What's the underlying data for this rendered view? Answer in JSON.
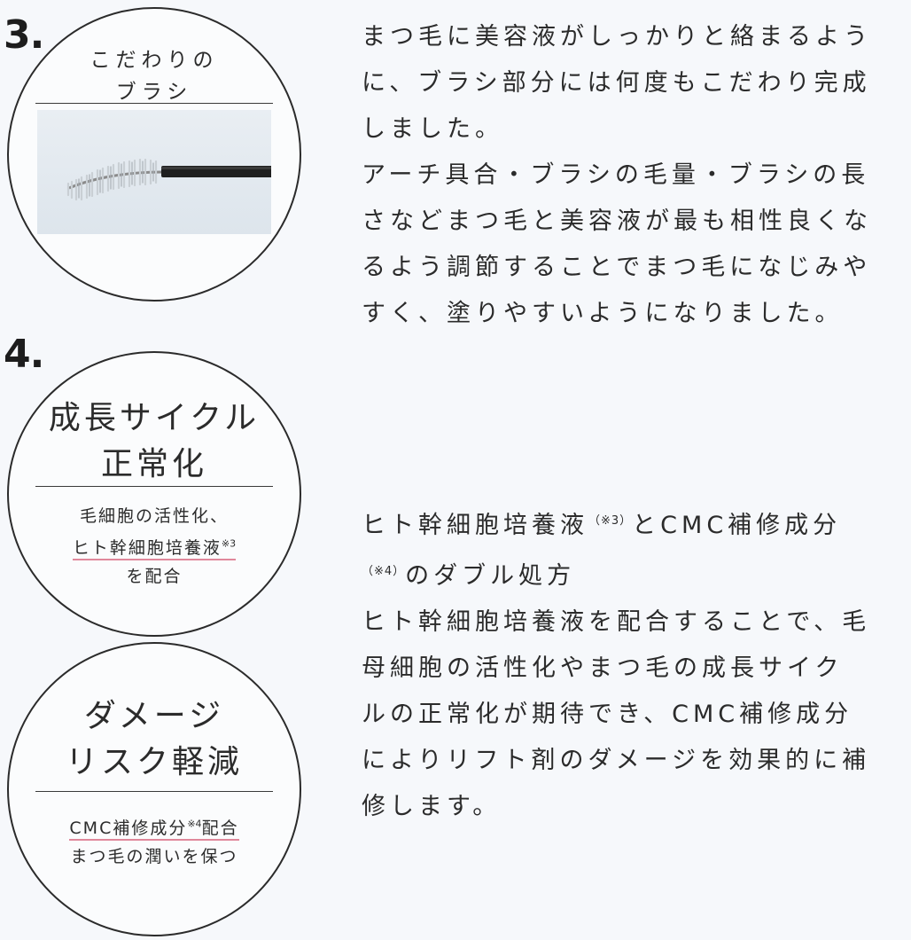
{
  "section3": {
    "number": "3.",
    "circle_title_line1": "こだわりの",
    "circle_title_line2": "ブラシ",
    "photo_icon": "mascara-brush-icon",
    "paragraph1_line1": "まつ毛に美容液がしっかりと絡まるよう",
    "paragraph1_line2": "に、ブラシ部分には何度もこだわり完成",
    "paragraph1_line3": "しました。",
    "paragraph2_line1": "アーチ具合・ブラシの毛量・ブラシの長",
    "paragraph2_line2": "さなどまつ毛と美容液が最も相性良くな",
    "paragraph2_line3": "るよう調節することでまつ毛になじみや",
    "paragraph2_line4": "すく、塗りやすいようになりました。"
  },
  "section4": {
    "number": "4.",
    "circle1": {
      "title_line1": "成長サイクル",
      "title_line2": "正常化",
      "sub_line1": "毛細胞の活性化、",
      "sub_line2": "ヒト幹細胞培養液",
      "sub_line2_note": "※3",
      "sub_line3": "を配合"
    },
    "circle2": {
      "title_line1": "ダメージ",
      "title_line2": "リスク軽減",
      "sub_line1_a": "CMC補修成分",
      "sub_line1_note": "※4",
      "sub_line1_b": "配合",
      "sub_line2": "まつ毛の潤いを保つ"
    },
    "heading_a": "ヒト幹細胞培養液",
    "heading_note1": "（※3）",
    "heading_b": "とCMC補修成分",
    "heading_note2": "（※4）",
    "heading_c": "のダブル処方",
    "body_line1": "ヒト幹細胞培養液を配合することで、毛",
    "body_line2": "母細胞の活性化やまつ毛の成長サイク",
    "body_line3": "ルの正常化が期待でき、CMC補修成分",
    "body_line4": "によりリフト剤のダメージを効果的に補",
    "body_line5": "修します。"
  },
  "colors": {
    "background": "#f6f8fb",
    "ink": "#2b2b2b",
    "accent_underline": "#e0889b"
  }
}
